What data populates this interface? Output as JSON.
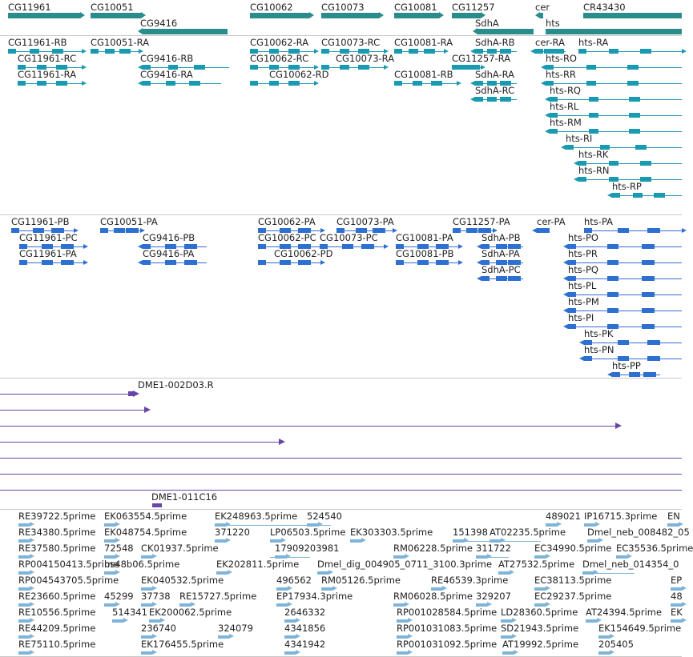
{
  "colors": {
    "gene": "#2a8c8c",
    "transcript_a": "#1a9ab0",
    "transcript_b": "#2f6fd0",
    "alignment": "#6a45a8",
    "est": "#7fb4d9",
    "separator": "#c8c8c8"
  },
  "genes": [
    {
      "label": "CG11961"
    },
    {
      "label": "CG10051"
    },
    {
      "label": "CG9416"
    },
    {
      "label": "CG10062"
    },
    {
      "label": "CG10073"
    },
    {
      "label": "CG10081"
    },
    {
      "label": "CG11257"
    },
    {
      "label": "SdhA"
    },
    {
      "label": "cer"
    },
    {
      "label": "hts"
    },
    {
      "label": "CR43430"
    }
  ],
  "transcripts_a": [
    "CG11961-RB",
    "CG10051-RA",
    "CG10062-RA",
    "CG10073-RC",
    "CG10081-RA",
    "SdhA-RB",
    "cer-RA",
    "hts-RA",
    "CG11961-RC",
    "CG9416-RB",
    "CG10062-RC",
    "CG10073-RA",
    "CG11257-RA",
    "hts-RO",
    "CG11961-RA",
    "CG9416-RA",
    "CG10062-RD",
    "CG10081-RB",
    "SdhA-RA",
    "hts-RR",
    "SdhA-RC",
    "hts-RQ",
    "hts-RL",
    "hts-RM",
    "hts-RI",
    "hts-RK",
    "hts-RN",
    "hts-RP"
  ],
  "transcripts_b": [
    "CG11961-PB",
    "CG10051-PA",
    "CG10062-PA",
    "CG10073-PA",
    "CG11257-PA",
    "cer-PA",
    "hts-PA",
    "CG11961-PC",
    "CG9416-PB",
    "CG10062-PC",
    "CG10073-PC",
    "CG10081-PA",
    "SdhA-PB",
    "hts-PO",
    "CG11961-PA",
    "CG9416-PA",
    "CG10062-PD",
    "CG10081-PB",
    "SdhA-PA",
    "hts-PR",
    "SdhA-PC",
    "hts-PQ",
    "hts-PL",
    "hts-PM",
    "hts-PI",
    "hts-PK",
    "hts-PN",
    "hts-PP"
  ],
  "alignments": [
    "DME1-002D03.R",
    "DME1-011C16"
  ],
  "ests": [
    "RE39722.5prime",
    "EK063554.5prime",
    "EK248963.5prime",
    "524540",
    "489021",
    "IP16715.3prime",
    "EN",
    "RE34380.5prime",
    "EK048754.5prime",
    "371220",
    "LP06503.5prime",
    "EK303303.5prime",
    "151398",
    "AT02235.5prime",
    "Dmel_neb_008482_05",
    "RE37580.5prime",
    "72548",
    "CK01937.5prime",
    "17909203981",
    "RM06228.5prime",
    "311722",
    "EC34990.5prime",
    "EC35536.5prime",
    "RP004150413.5prime",
    "bs48b06.5prime",
    "EK202811.5prime",
    "Dmel_dig_004905_0711_3100.3prime",
    "AT27532.5prime",
    "Dmel_neb_014354_0",
    "RP004543705.5prime",
    "EK040532.5prime",
    "496562",
    "RM05126.5prime",
    "RE46539.3prime",
    "EC38113.5prime",
    "EP",
    "RE23660.5prime",
    "45299",
    "37738",
    "RE15727.5prime",
    "EP17934.3prime",
    "RM06028.5prime",
    "329207",
    "EC29237.5prime",
    "48",
    "RE10556.5prime",
    "514341",
    "EK200062.5prime",
    "2646332",
    "RP001028584.5prime",
    "LD28360.5prime",
    "AT24394.5prime",
    "EK",
    "RE44209.5prime",
    "236740",
    "324079",
    "4341856",
    "RP001031083.5prime",
    "SD21943.5prime",
    "EK154649.5prime",
    "RE75110.5prime",
    "EK176455.5prime",
    "4341942",
    "RP001031092.5prime",
    "AT19992.5prime",
    "205405"
  ]
}
